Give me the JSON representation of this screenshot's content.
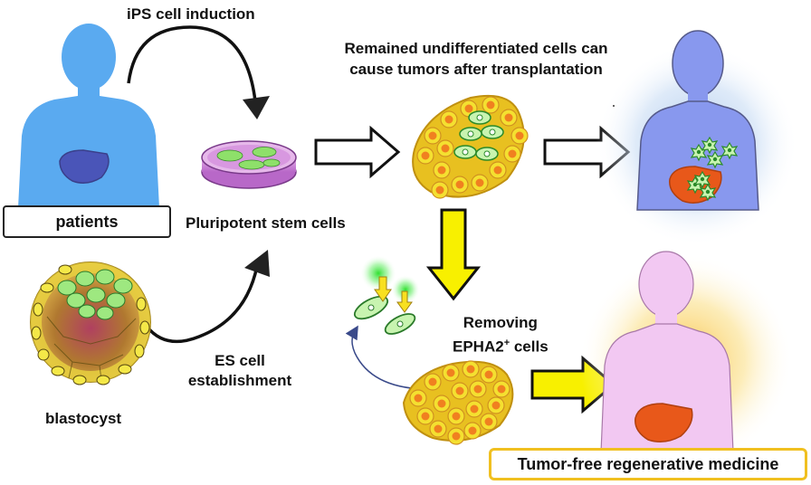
{
  "labels": {
    "ips_induction": "iPS cell induction",
    "risk_line1": "Remained undifferentiated cells can",
    "risk_line2": "cause tumors after transplantation",
    "patients": "patients",
    "psc": "Pluripotent stem cells",
    "removing_line1": "Removing",
    "removing_line2_prefix": "EPHA2",
    "removing_line2_sup": "+",
    "removing_line2_suffix": " cells",
    "es_line1": "ES cell",
    "es_line2": "establishment",
    "blastocyst": "blastocyst",
    "tumor_free": "Tumor-free regenerative medicine"
  },
  "colors": {
    "patient_body": "#5aaaf0",
    "patient_liver": "#4a55b8",
    "tumor_body": "#8898ee",
    "tumor_glow": "#a8c4ea",
    "treated_body": "#f2c8f2",
    "treated_glow": "#f8d060",
    "liver_orange": "#e8581a",
    "cell_yellow": "#f4e030",
    "cell_orange": "#f08020",
    "undiff_green": "#c0f0a0",
    "arrow_yellow": "#f8f000",
    "dish_purple": "#d898e0",
    "box_gold": "#f0c020"
  },
  "icons": [
    "patient-silhouette",
    "tumor-patient-silhouette",
    "treated-patient-silhouette",
    "culture-dish",
    "blastocyst",
    "cell-cluster",
    "sorted-cells"
  ]
}
